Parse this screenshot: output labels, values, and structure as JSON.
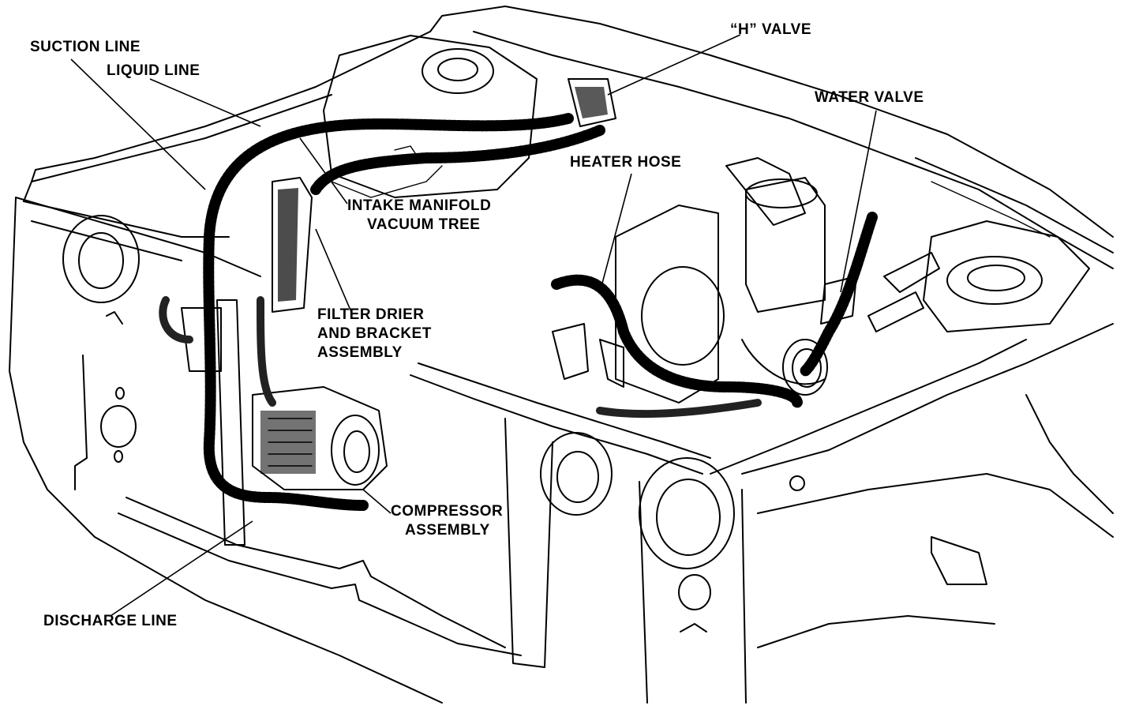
{
  "labels": {
    "suction_line": "SUCTION LINE",
    "liquid_line": "LIQUID LINE",
    "h_valve": "“H” VALVE",
    "water_valve": "WATER VALVE",
    "heater_hose": "HEATER HOSE",
    "intake_manifold_1": "INTAKE MANIFOLD",
    "intake_manifold_2": "VACUUM TREE",
    "filter_drier_1": "FILTER DRIER",
    "filter_drier_2": "AND BRACKET",
    "filter_drier_3": "ASSEMBLY",
    "compressor_1": "COMPRESSOR",
    "compressor_2": "ASSEMBLY",
    "discharge_line": "DISCHARGE LINE"
  }
}
